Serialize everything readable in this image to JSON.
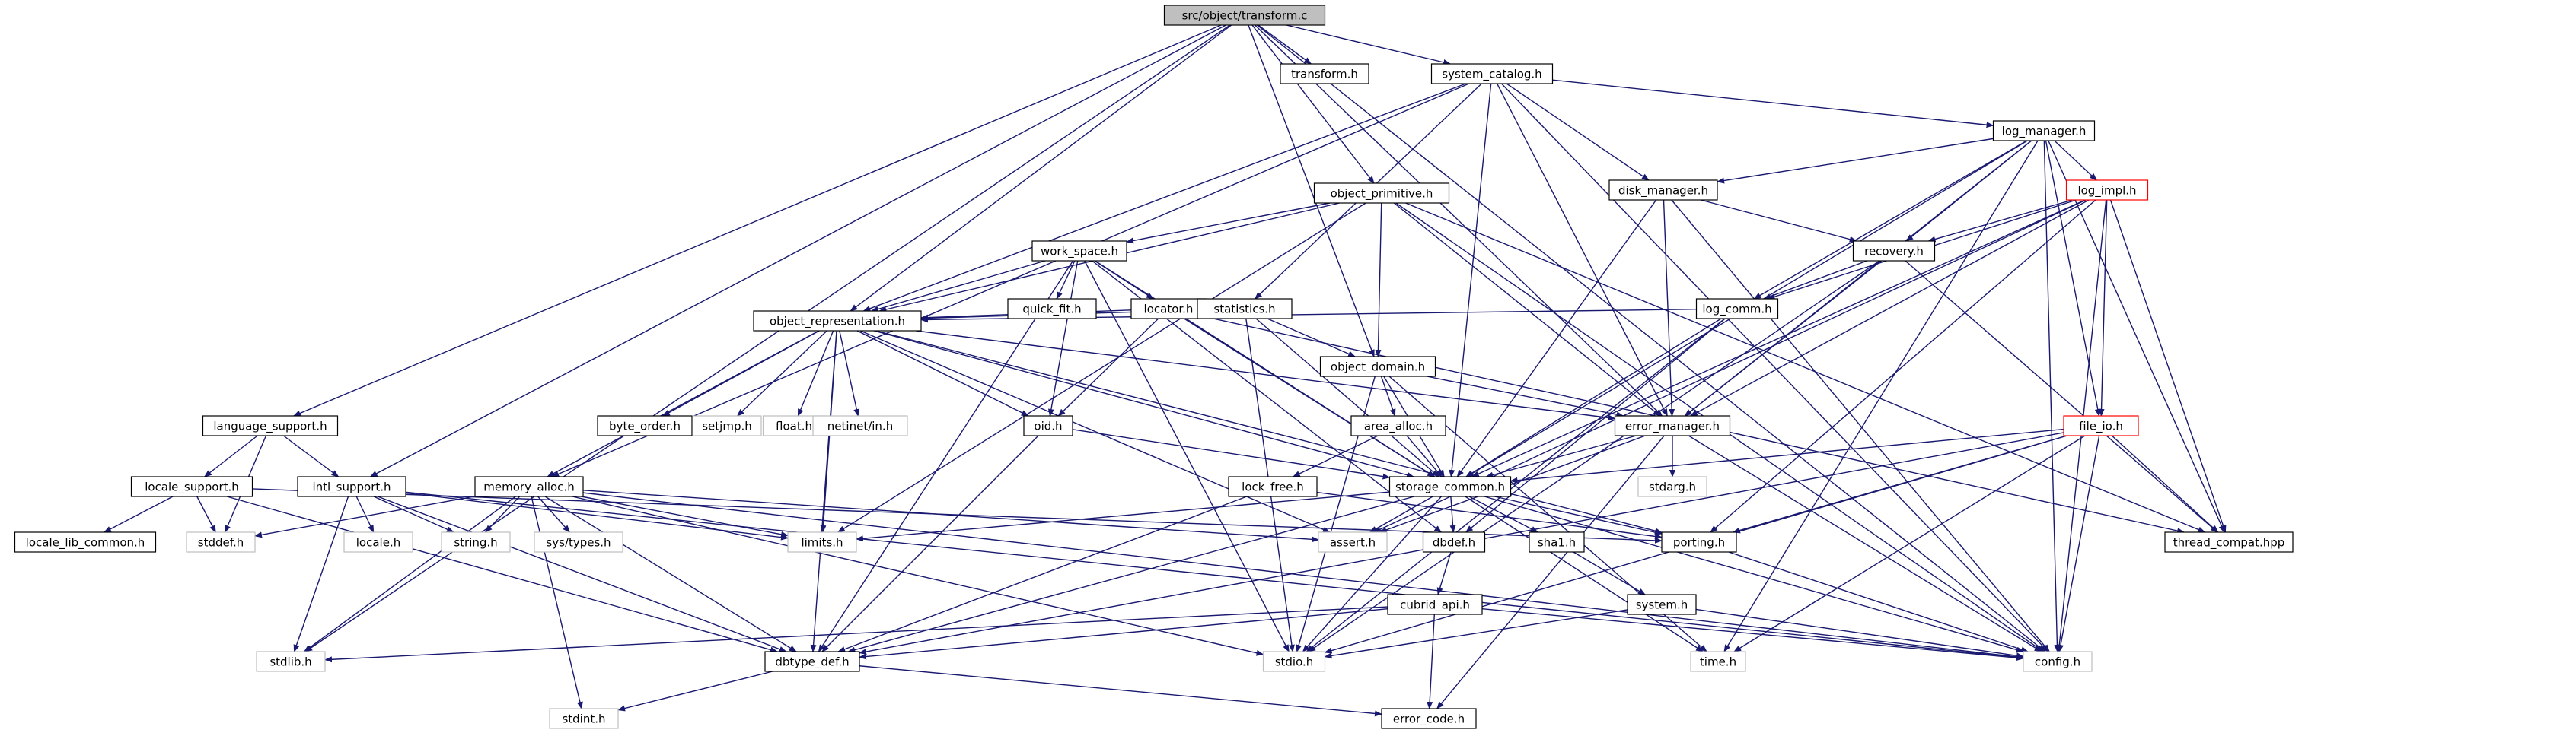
{
  "graph": {
    "colors": {
      "edge": "#191970",
      "root_fill": "#bfbfbf",
      "border_black": "#000000",
      "border_gray": "#bfbfbf",
      "border_red": "#ff0000",
      "text": "#000000",
      "background": "#ffffff"
    },
    "nodes": [
      {
        "id": "root",
        "label": "src/object/transform.c",
        "style": "root"
      },
      {
        "id": "transform",
        "label": "transform.h",
        "style": "black"
      },
      {
        "id": "syscat",
        "label": "system_catalog.h",
        "style": "black"
      },
      {
        "id": "logmgr",
        "label": "log_manager.h",
        "style": "black"
      },
      {
        "id": "diskmgr",
        "label": "disk_manager.h",
        "style": "black"
      },
      {
        "id": "logimpl",
        "label": "log_impl.h",
        "style": "red"
      },
      {
        "id": "objprim",
        "label": "object_primitive.h",
        "style": "black"
      },
      {
        "id": "recovery",
        "label": "recovery.h",
        "style": "black"
      },
      {
        "id": "workspace",
        "label": "work_space.h",
        "style": "black"
      },
      {
        "id": "quickfit",
        "label": "quick_fit.h",
        "style": "black"
      },
      {
        "id": "locator",
        "label": "locator.h",
        "style": "black"
      },
      {
        "id": "statistics",
        "label": "statistics.h",
        "style": "black"
      },
      {
        "id": "logcomm",
        "label": "log_comm.h",
        "style": "black"
      },
      {
        "id": "objrep",
        "label": "object_representation.h",
        "style": "black"
      },
      {
        "id": "objdom",
        "label": "object_domain.h",
        "style": "black"
      },
      {
        "id": "langsup",
        "label": "language_support.h",
        "style": "black"
      },
      {
        "id": "byteorder",
        "label": "byte_order.h",
        "style": "black"
      },
      {
        "id": "setjmp",
        "label": "setjmp.h",
        "style": "gray"
      },
      {
        "id": "float",
        "label": "float.h",
        "style": "gray"
      },
      {
        "id": "netinet",
        "label": "netinet/in.h",
        "style": "gray"
      },
      {
        "id": "oid",
        "label": "oid.h",
        "style": "black"
      },
      {
        "id": "areaalloc",
        "label": "area_alloc.h",
        "style": "black"
      },
      {
        "id": "errmgr",
        "label": "error_manager.h",
        "style": "black"
      },
      {
        "id": "fileio",
        "label": "file_io.h",
        "style": "red"
      },
      {
        "id": "localesup",
        "label": "locale_support.h",
        "style": "black"
      },
      {
        "id": "intlsup",
        "label": "intl_support.h",
        "style": "black"
      },
      {
        "id": "memalloc",
        "label": "memory_alloc.h",
        "style": "black"
      },
      {
        "id": "lockfree",
        "label": "lock_free.h",
        "style": "black"
      },
      {
        "id": "storagecommon",
        "label": "storage_common.h",
        "style": "black"
      },
      {
        "id": "stdarg",
        "label": "stdarg.h",
        "style": "gray"
      },
      {
        "id": "localelib",
        "label": "locale_lib_common.h",
        "style": "black"
      },
      {
        "id": "stddef",
        "label": "stddef.h",
        "style": "gray"
      },
      {
        "id": "localeh",
        "label": "locale.h",
        "style": "gray"
      },
      {
        "id": "stringh",
        "label": "string.h",
        "style": "gray"
      },
      {
        "id": "systypes",
        "label": "sys/types.h",
        "style": "gray"
      },
      {
        "id": "limits",
        "label": "limits.h",
        "style": "gray"
      },
      {
        "id": "asserth",
        "label": "assert.h",
        "style": "gray"
      },
      {
        "id": "dbdef",
        "label": "dbdef.h",
        "style": "black"
      },
      {
        "id": "sha1",
        "label": "sha1.h",
        "style": "black"
      },
      {
        "id": "porting",
        "label": "porting.h",
        "style": "black"
      },
      {
        "id": "threadcompat",
        "label": "thread_compat.hpp",
        "style": "black"
      },
      {
        "id": "cubridapi",
        "label": "cubrid_api.h",
        "style": "black"
      },
      {
        "id": "systemh",
        "label": "system.h",
        "style": "black"
      },
      {
        "id": "stdlib",
        "label": "stdlib.h",
        "style": "gray"
      },
      {
        "id": "dbtypedef",
        "label": "dbtype_def.h",
        "style": "black"
      },
      {
        "id": "stdio",
        "label": "stdio.h",
        "style": "gray"
      },
      {
        "id": "timeh",
        "label": "time.h",
        "style": "gray"
      },
      {
        "id": "config",
        "label": "config.h",
        "style": "gray"
      },
      {
        "id": "stdint",
        "label": "stdint.h",
        "style": "gray"
      },
      {
        "id": "errorcode",
        "label": "error_code.h",
        "style": "black"
      }
    ],
    "edges": [
      [
        "root",
        "transform"
      ],
      [
        "root",
        "syscat"
      ],
      [
        "root",
        "objprim"
      ],
      [
        "root",
        "objdom"
      ],
      [
        "root",
        "objrep"
      ],
      [
        "root",
        "errmgr"
      ],
      [
        "root",
        "langsup"
      ],
      [
        "root",
        "intlsup"
      ],
      [
        "root",
        "stdlib"
      ],
      [
        "root",
        "config"
      ],
      [
        "syscat",
        "logmgr"
      ],
      [
        "syscat",
        "diskmgr"
      ],
      [
        "syscat",
        "statistics"
      ],
      [
        "syscat",
        "objrep"
      ],
      [
        "syscat",
        "memalloc"
      ],
      [
        "syscat",
        "storagecommon"
      ],
      [
        "syscat",
        "errmgr"
      ],
      [
        "syscat",
        "config"
      ],
      [
        "logmgr",
        "logimpl"
      ],
      [
        "logmgr",
        "diskmgr"
      ],
      [
        "logmgr",
        "recovery"
      ],
      [
        "logmgr",
        "logcomm"
      ],
      [
        "logmgr",
        "errmgr"
      ],
      [
        "logmgr",
        "storagecommon"
      ],
      [
        "logmgr",
        "fileio"
      ],
      [
        "logmgr",
        "threadcompat"
      ],
      [
        "logmgr",
        "timeh"
      ],
      [
        "logmgr",
        "config"
      ],
      [
        "diskmgr",
        "recovery"
      ],
      [
        "diskmgr",
        "storagecommon"
      ],
      [
        "diskmgr",
        "errmgr"
      ],
      [
        "diskmgr",
        "config"
      ],
      [
        "logimpl",
        "recovery"
      ],
      [
        "logimpl",
        "logcomm"
      ],
      [
        "logimpl",
        "fileio"
      ],
      [
        "logimpl",
        "errmgr"
      ],
      [
        "logimpl",
        "storagecommon"
      ],
      [
        "logimpl",
        "porting"
      ],
      [
        "logimpl",
        "threadcompat"
      ],
      [
        "logimpl",
        "asserth"
      ],
      [
        "logimpl",
        "config"
      ],
      [
        "objprim",
        "workspace"
      ],
      [
        "objprim",
        "objrep"
      ],
      [
        "objprim",
        "objdom"
      ],
      [
        "objprim",
        "errmgr"
      ],
      [
        "objprim",
        "limits"
      ],
      [
        "objprim",
        "threadcompat"
      ],
      [
        "objprim",
        "config"
      ],
      [
        "recovery",
        "logcomm"
      ],
      [
        "recovery",
        "errmgr"
      ],
      [
        "recovery",
        "stdio"
      ],
      [
        "recovery",
        "threadcompat"
      ],
      [
        "workspace",
        "quickfit"
      ],
      [
        "workspace",
        "locator"
      ],
      [
        "workspace",
        "oid"
      ],
      [
        "workspace",
        "objrep"
      ],
      [
        "workspace",
        "storagecommon"
      ],
      [
        "workspace",
        "dbtypedef"
      ],
      [
        "workspace",
        "dbdef"
      ],
      [
        "workspace",
        "stdio"
      ],
      [
        "locator",
        "objrep"
      ],
      [
        "locator",
        "oid"
      ],
      [
        "locator",
        "storagecommon"
      ],
      [
        "locator",
        "threadcompat"
      ],
      [
        "statistics",
        "objdom"
      ],
      [
        "statistics",
        "storagecommon"
      ],
      [
        "statistics",
        "stdio"
      ],
      [
        "statistics",
        "objrep"
      ],
      [
        "logcomm",
        "objrep"
      ],
      [
        "logcomm",
        "storagecommon"
      ],
      [
        "logcomm",
        "dbdef"
      ],
      [
        "logcomm",
        "stdio"
      ],
      [
        "objrep",
        "byteorder"
      ],
      [
        "objrep",
        "setjmp"
      ],
      [
        "objrep",
        "float"
      ],
      [
        "objrep",
        "netinet"
      ],
      [
        "objrep",
        "oid"
      ],
      [
        "objrep",
        "errmgr"
      ],
      [
        "objrep",
        "memalloc"
      ],
      [
        "objrep",
        "storagecommon"
      ],
      [
        "objrep",
        "limits"
      ],
      [
        "objrep",
        "asserth"
      ],
      [
        "objrep",
        "dbtypedef"
      ],
      [
        "objrep",
        "porting"
      ],
      [
        "objdom",
        "areaalloc"
      ],
      [
        "objdom",
        "errmgr"
      ],
      [
        "objdom",
        "storagecommon"
      ],
      [
        "objdom",
        "stdio"
      ],
      [
        "objdom",
        "timeh"
      ],
      [
        "langsup",
        "intlsup"
      ],
      [
        "langsup",
        "localesup"
      ],
      [
        "langsup",
        "stddef"
      ],
      [
        "oid",
        "storagecommon"
      ],
      [
        "oid",
        "dbtypedef"
      ],
      [
        "areaalloc",
        "lockfree"
      ],
      [
        "areaalloc",
        "storagecommon"
      ],
      [
        "errmgr",
        "stdarg"
      ],
      [
        "errmgr",
        "storagecommon"
      ],
      [
        "errmgr",
        "errorcode"
      ],
      [
        "errmgr",
        "asserth"
      ],
      [
        "errmgr",
        "config"
      ],
      [
        "fileio",
        "storagecommon"
      ],
      [
        "fileio",
        "porting"
      ],
      [
        "fileio",
        "threadcompat"
      ],
      [
        "fileio",
        "stdio"
      ],
      [
        "fileio",
        "timeh"
      ],
      [
        "fileio",
        "config"
      ],
      [
        "fileio",
        "dbtypedef"
      ],
      [
        "localesup",
        "localelib"
      ],
      [
        "localesup",
        "stddef"
      ],
      [
        "localesup",
        "dbtypedef"
      ],
      [
        "localesup",
        "porting"
      ],
      [
        "intlsup",
        "localeh"
      ],
      [
        "intlsup",
        "stringh"
      ],
      [
        "intlsup",
        "stdlib"
      ],
      [
        "intlsup",
        "dbtypedef"
      ],
      [
        "intlsup",
        "limits"
      ],
      [
        "intlsup",
        "config"
      ],
      [
        "memalloc",
        "stddef"
      ],
      [
        "memalloc",
        "stringh"
      ],
      [
        "memalloc",
        "systypes"
      ],
      [
        "memalloc",
        "limits"
      ],
      [
        "memalloc",
        "asserth"
      ],
      [
        "memalloc",
        "stdlib"
      ],
      [
        "memalloc",
        "stdint"
      ],
      [
        "memalloc",
        "dbtypedef"
      ],
      [
        "memalloc",
        "stdio"
      ],
      [
        "memalloc",
        "config"
      ],
      [
        "lockfree",
        "porting"
      ],
      [
        "lockfree",
        "dbtypedef"
      ],
      [
        "storagecommon",
        "limits"
      ],
      [
        "storagecommon",
        "asserth"
      ],
      [
        "storagecommon",
        "dbdef"
      ],
      [
        "storagecommon",
        "sha1"
      ],
      [
        "storagecommon",
        "porting"
      ],
      [
        "storagecommon",
        "dbtypedef"
      ],
      [
        "storagecommon",
        "stdio"
      ],
      [
        "storagecommon",
        "timeh"
      ],
      [
        "storagecommon",
        "config"
      ],
      [
        "dbdef",
        "cubridapi"
      ],
      [
        "sha1",
        "systemh"
      ],
      [
        "porting",
        "config"
      ],
      [
        "cubridapi",
        "stdlib"
      ],
      [
        "cubridapi",
        "dbtypedef"
      ],
      [
        "cubridapi",
        "errorcode"
      ],
      [
        "cubridapi",
        "config"
      ],
      [
        "systemh",
        "stdio"
      ],
      [
        "systemh",
        "config"
      ],
      [
        "dbtypedef",
        "stdint"
      ],
      [
        "dbtypedef",
        "errorcode"
      ]
    ]
  }
}
